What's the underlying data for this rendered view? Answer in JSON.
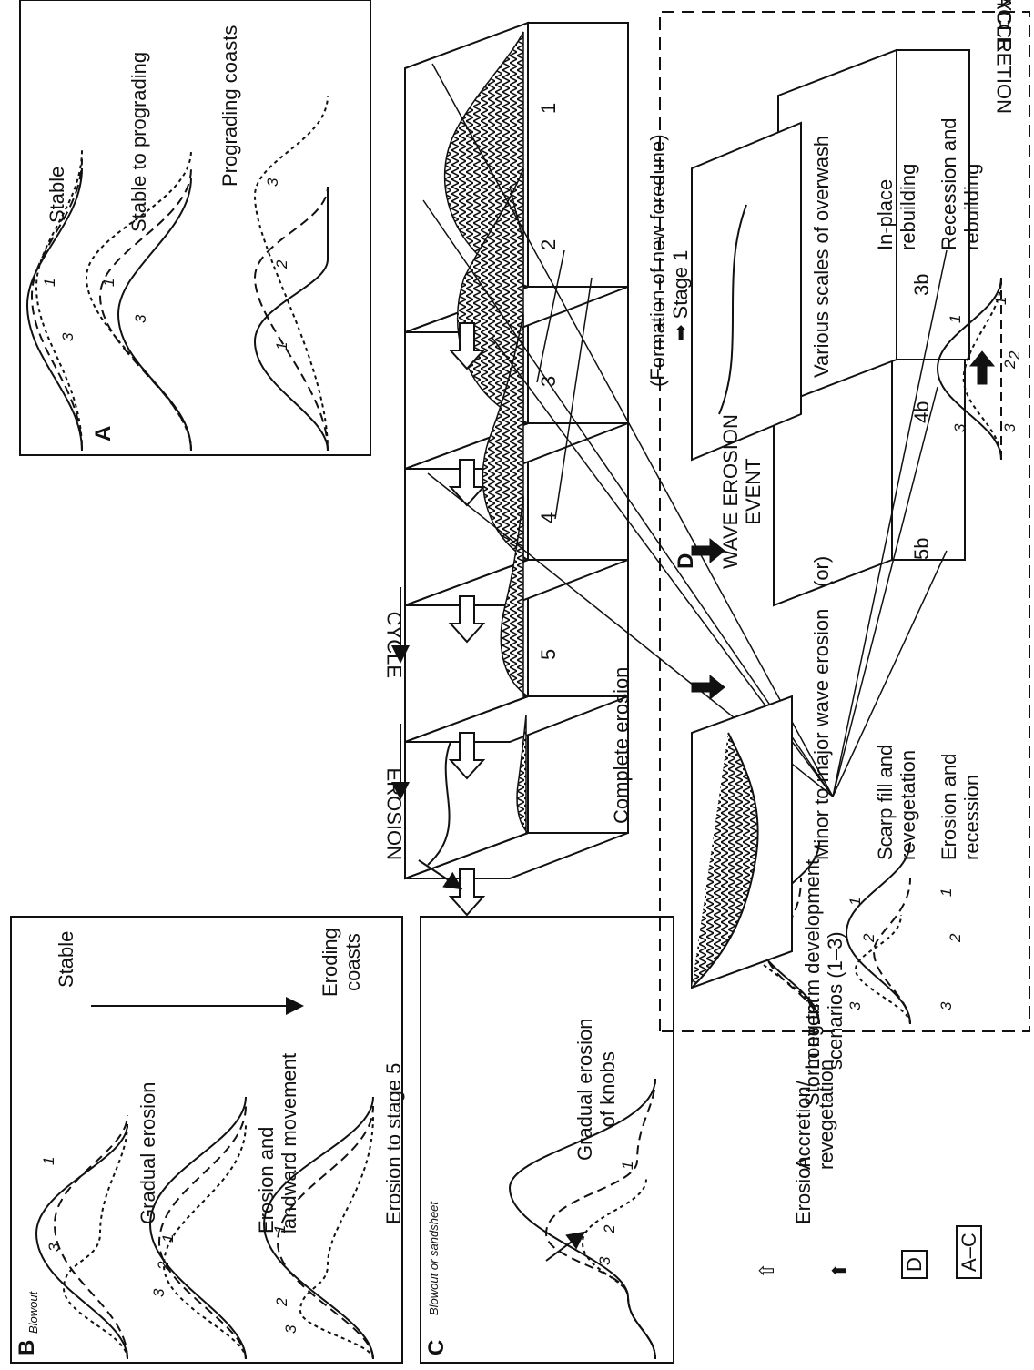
{
  "panels": {
    "A": {
      "letter": "A",
      "rows": [
        {
          "title": "Stable",
          "nums": [
            "3",
            "1"
          ]
        },
        {
          "title": "Stable to prograding",
          "nums": [
            "3",
            "1"
          ]
        },
        {
          "title": "Prograding coasts",
          "nums": [
            "1",
            "2",
            "3"
          ]
        }
      ]
    },
    "B": {
      "letter": "B",
      "rows": [
        {
          "title": "Gradual erosion",
          "nums": [
            "3",
            "1"
          ],
          "note": "Blowout"
        },
        {
          "title": "Erosion and\nlandward movement",
          "nums": [
            "3",
            "2",
            "1"
          ]
        },
        {
          "title": "Erosion to stage 5",
          "nums": [
            "3",
            "2",
            "1"
          ]
        }
      ],
      "trend_start": "Stable",
      "trend_end": "Eroding\ncoasts"
    },
    "C": {
      "letter": "C",
      "title": "Gradual erosion\nof knobs",
      "note": "Blowout or sandsheet",
      "nums": [
        "3",
        "2",
        "1"
      ]
    },
    "D": {
      "letter": "D",
      "left_title": "Minor to major wave erosion",
      "or_label": "(or)",
      "right_title": "Various scales of overwash",
      "left_rows": [
        {
          "title": "Scarp fill and\nrevegetation",
          "nums": [
            "3",
            "2",
            "1"
          ]
        },
        {
          "title": "Erosion and\nrecession",
          "nums": [
            "3",
            "2",
            "1"
          ]
        }
      ],
      "right_rows": [
        {
          "title": "In-place\nrebuilding",
          "nums": [
            "3",
            "2",
            "1"
          ]
        },
        {
          "title": "Recession and\nrebuilding",
          "nums": [
            "3",
            "2",
            "1"
          ]
        }
      ]
    }
  },
  "stages": [
    "1",
    "2",
    "3",
    "4",
    "5"
  ],
  "accretion_stages": [
    "3b",
    "4b",
    "5b"
  ],
  "labels": {
    "complete_erosion": "Complete erosion",
    "wave_erosion_event": "WAVE EROSION\nEVENT",
    "formation_new_foredune": "(Formation of new foredune)",
    "stage1": "Stage 1",
    "cycle_erosion": "CYCLE",
    "erosion_word": "EROSION",
    "cycle_accretion": "CYCLE",
    "accretion_word": "ACCRETION"
  },
  "legend": [
    {
      "icon": "hollow-arrow-icon",
      "label": "Erosion"
    },
    {
      "icon": "solid-arrow-icon",
      "label": "Accretion/\nrevegetation"
    },
    {
      "icon": "D",
      "label": "Storm event"
    },
    {
      "icon": "A–C",
      "label": "Long term development\nscenarios (1–3)"
    }
  ]
}
